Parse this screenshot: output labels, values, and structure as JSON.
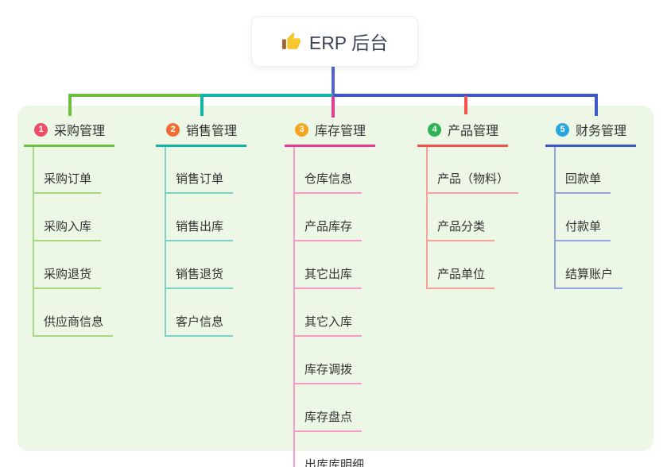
{
  "canvas": {
    "background": "#ffffff",
    "panel_background": "#ecf7e6"
  },
  "root": {
    "label": "ERP 后台",
    "icon": "thumbs-up-icon",
    "connector_color": "#5365d2"
  },
  "branches": [
    {
      "number": "1",
      "title": "采购管理",
      "colors": {
        "badge": "#ee4e68",
        "line": "#6cbf3f",
        "light": "#a9d780"
      },
      "items": [
        "采购订单",
        "采购入库",
        "采购退货",
        "供应商信息"
      ]
    },
    {
      "number": "2",
      "title": "销售管理",
      "colors": {
        "badge": "#f26b35",
        "line": "#13b3a8",
        "light": "#7bd2c7"
      },
      "items": [
        "销售订单",
        "销售出库",
        "销售退货",
        "客户信息"
      ]
    },
    {
      "number": "3",
      "title": "库存管理",
      "colors": {
        "badge": "#f6a41f",
        "line": "#e73a97",
        "light": "#f79bc6"
      },
      "items": [
        "仓库信息",
        "产品库存",
        "其它出库",
        "其它入库",
        "库存调拨",
        "库存盘点",
        "出库库明细"
      ]
    },
    {
      "number": "4",
      "title": "产品管理",
      "colors": {
        "badge": "#2cb353",
        "line": "#f2534b",
        "light": "#f5a29c"
      },
      "items": [
        "产品（物料）",
        "产品分类",
        "产品单位"
      ]
    },
    {
      "number": "5",
      "title": "财务管理",
      "colors": {
        "badge": "#29a5dd",
        "line": "#3f57c6",
        "light": "#94a6de"
      },
      "items": [
        "回款单",
        "付款单",
        "结算账户"
      ]
    }
  ]
}
